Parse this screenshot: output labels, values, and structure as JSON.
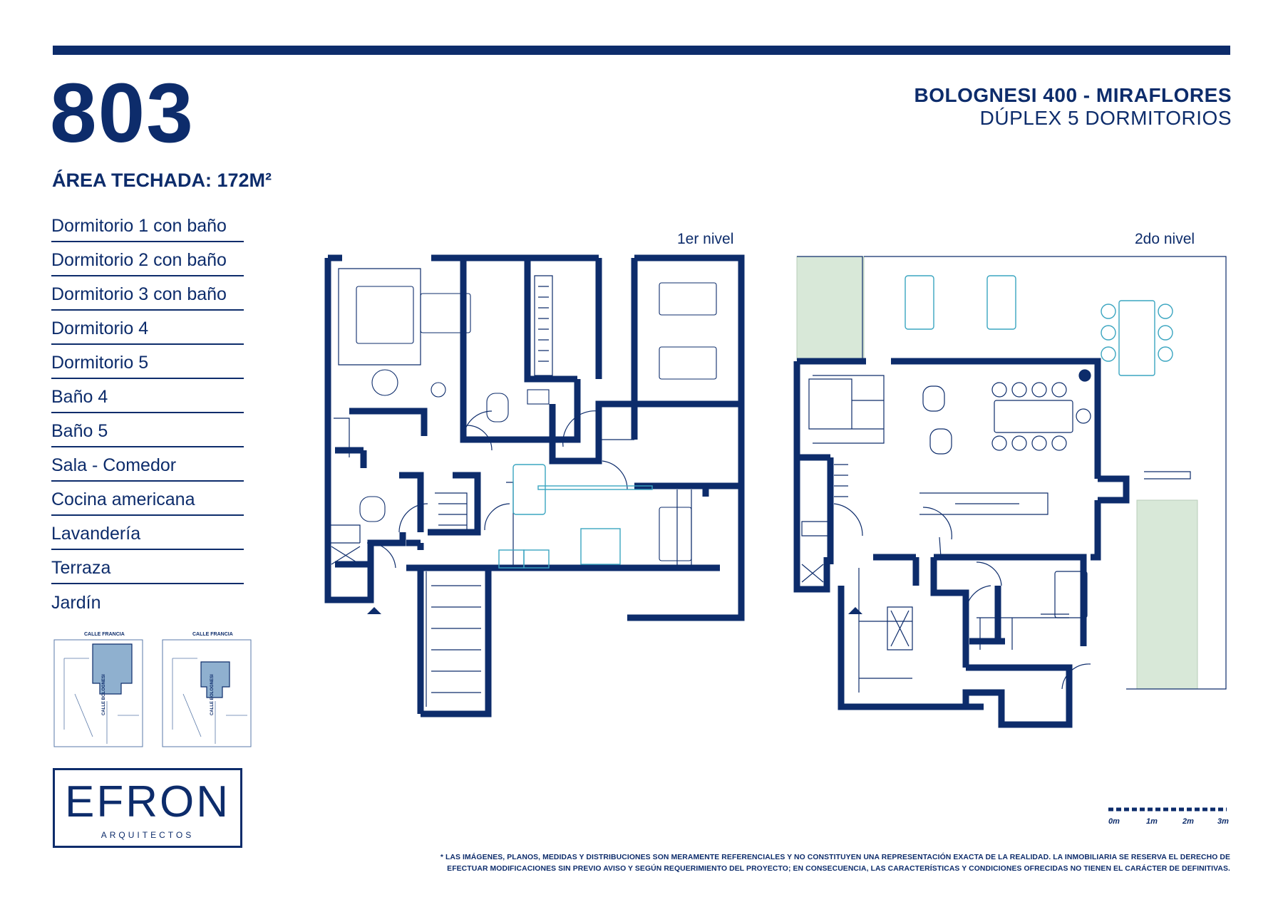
{
  "unit_number": "803",
  "covered_area": "ÁREA TECHADA: 172M²",
  "project": {
    "address": "BOLOGNESI 400 - MIRAFLORES",
    "type": "DÚPLEX 5 DORMITORIOS"
  },
  "features": [
    "Dormitorio 1 con baño",
    "Dormitorio 2 con baño",
    "Dormitorio 3 con baño",
    "Dormitorio 4",
    "Dormitorio 5",
    "Baño 4",
    "Baño 5",
    "Sala - Comedor",
    "Cocina americana",
    "Lavandería",
    "Terraza",
    "Jardín"
  ],
  "levels": {
    "first": "1er nivel",
    "second": "2do nivel"
  },
  "keymaps": [
    {
      "street_top": "CALLE FRANCIA",
      "street_side": "CALLE BOLOGNESI"
    },
    {
      "street_top": "CALLE FRANCIA",
      "street_side": "CALLE BOLOGNESI"
    }
  ],
  "logo": {
    "name": "EFRON",
    "subtitle": "ARQUITECTOS"
  },
  "scale_labels": [
    "0m",
    "1m",
    "2m",
    "3m"
  ],
  "disclaimer": [
    "* LAS IMÁGENES, PLANOS, MEDIDAS Y DISTRIBUCIONES SON MERAMENTE REFERENCIALES Y NO CONSTITUYEN UNA REPRESENTACIÓN EXACTA DE LA REALIDAD. LA INMOBILIARIA SE RESERVA EL DERECHO DE",
    "EFECTUAR MODIFICACIONES SIN PREVIO AVISO Y SEGÚN REQUERIMIENTO DEL PROYECTO; EN CONSECUENCIA, LAS CARACTERÍSTICAS Y CONDICIONES OFRECIDAS NO TIENEN EL CARÁCTER DE DEFINITIVAS."
  ],
  "colors": {
    "primary": "#0d2c6b",
    "furniture": "#3aa5c0",
    "garden": "#d8e8d8",
    "keymap_fill": "#8fb0cf"
  }
}
